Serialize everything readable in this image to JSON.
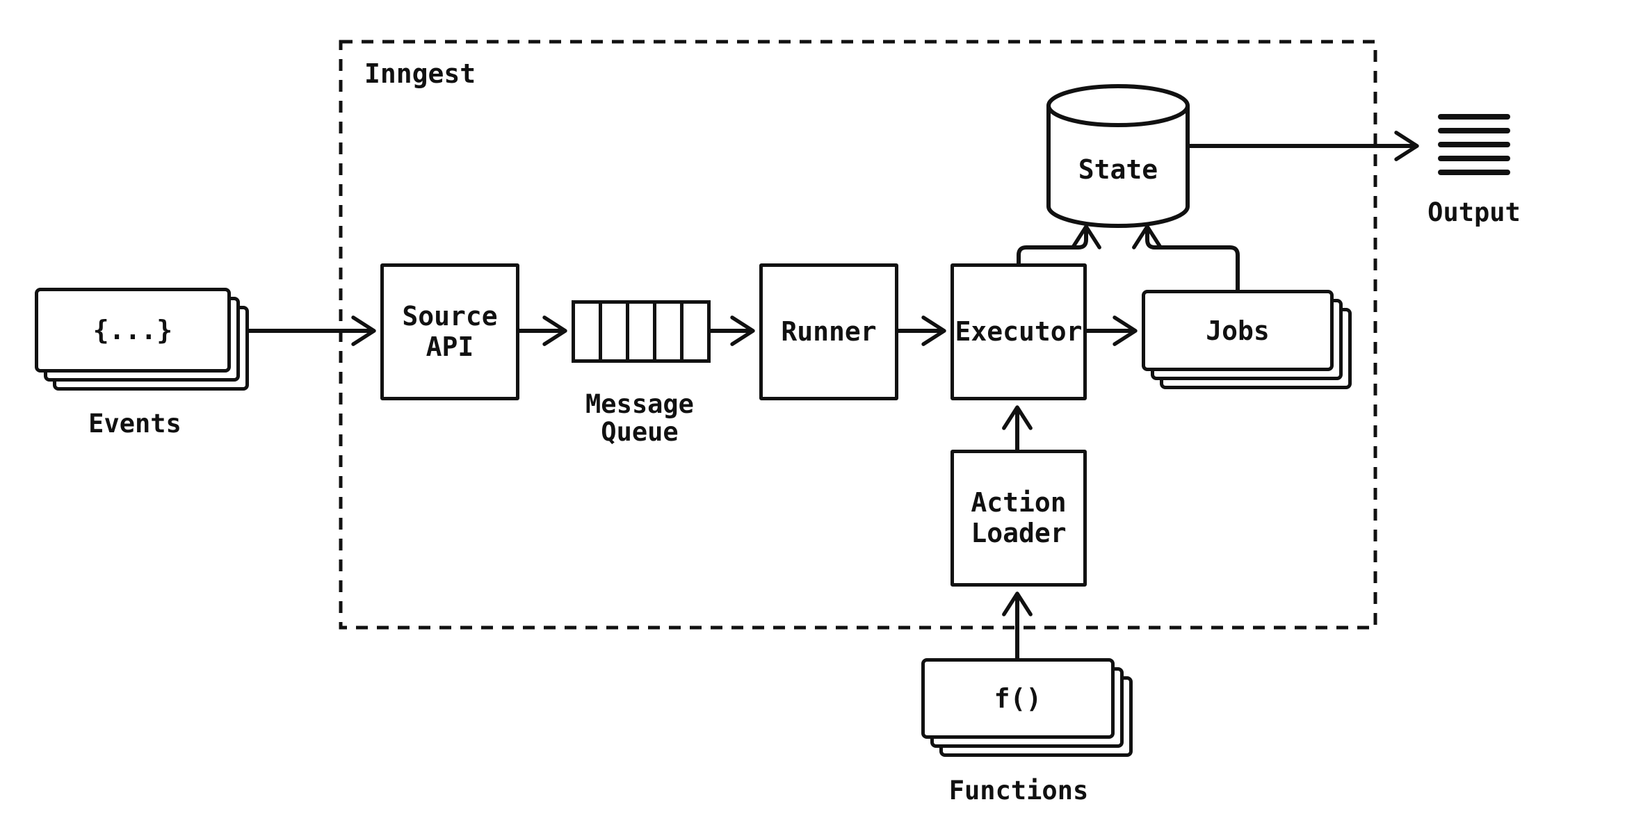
{
  "colors": {
    "stroke": "#111111",
    "background": "#ffffff"
  },
  "container": {
    "label": "Inngest"
  },
  "nodes": {
    "events": {
      "card_text": "{...}",
      "caption": "Events"
    },
    "source_api": {
      "line1": "Source",
      "line2": "API"
    },
    "message_queue": {
      "cells": 5,
      "caption_line1": "Message",
      "caption_line2": "Queue"
    },
    "runner": {
      "label": "Runner"
    },
    "executor": {
      "label": "Executor"
    },
    "state": {
      "label": "State"
    },
    "jobs": {
      "label": "Jobs"
    },
    "output": {
      "caption": "Output"
    },
    "action_loader": {
      "line1": "Action",
      "line2": "Loader"
    },
    "functions": {
      "card_text": "f()",
      "caption": "Functions"
    }
  }
}
